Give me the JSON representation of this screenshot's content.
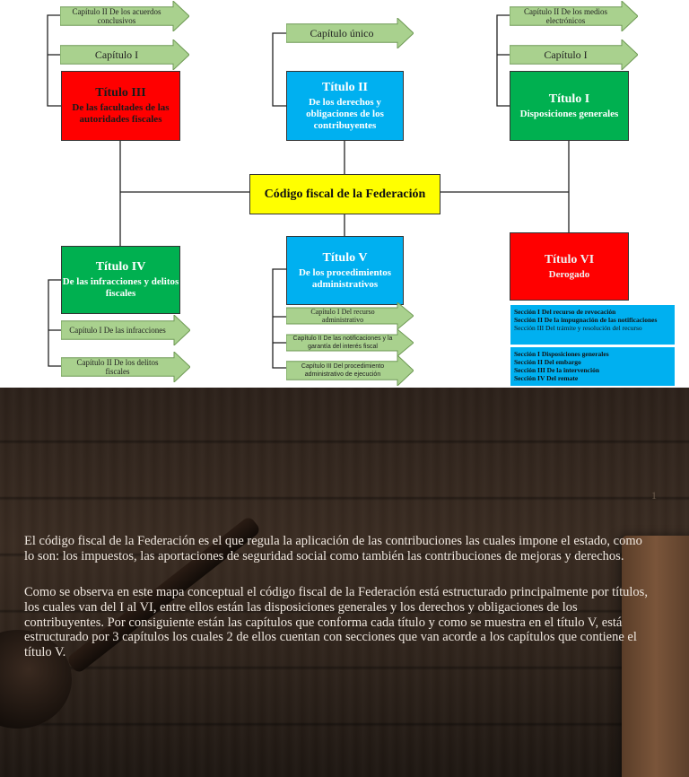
{
  "diagram": {
    "center": "Código fiscal de la Federación",
    "titles": {
      "t3": {
        "title": "Título III",
        "subtitle": "De las facultades de las autoridades fiscales"
      },
      "t2": {
        "title": "Título II",
        "subtitle": "De los derechos y obligaciones de los contribuyentes"
      },
      "t1": {
        "title": "Título I",
        "subtitle": "Disposiciones generales"
      },
      "t4": {
        "title": "Título IV",
        "subtitle": "De las infracciones y delitos fiscales"
      },
      "t5": {
        "title": "Título V",
        "subtitle": "De los procedimientos administrativos"
      },
      "t6": {
        "title": "Título VI",
        "subtitle": "Derogado"
      }
    },
    "chapters": {
      "t3_c2": "Capítulo II De los acuerdos conclusivos",
      "t3_c1": "Capítulo I",
      "t2_cu": "Capítulo único",
      "t1_c2": "Capítulo II De los medios electrónicos",
      "t1_c1": "Capítulo I",
      "t4_c1": "Capítulo I De las infracciones",
      "t4_c2": "Capítulo II De los delitos fiscales",
      "t5_c1": "Capítulo I Del recurso administrativo",
      "t5_c2": "Capítulo II De las notificaciones y la garantía del interés fiscal",
      "t5_c3": "Capítulo III Del procedimiento administrativo de ejecución"
    },
    "sections_c1": [
      "Sección I Del recurso de revocación",
      "Sección II De la impugnación de las notificaciones",
      "Sección III Del trámite y resolución del recurso"
    ],
    "sections_c3": [
      "Sección I Disposiciones generales",
      "Sección II Del embargo",
      "Sección III De la intervención",
      "Sección IV Del remate"
    ],
    "colors": {
      "red": "#ff0000",
      "blue": "#00b0f0",
      "green": "#00b050",
      "yellow": "#ffff00",
      "arrow": "#a9d18e"
    }
  },
  "slide": {
    "marker": "1",
    "paragraph1": "El código fiscal de la Federación es el que regula la aplicación de las contribuciones las cuales impone el estado,  como lo son: los impuestos, las aportaciones de seguridad social como también las contribuciones de mejoras y derechos.",
    "paragraph2": "Como se observa en este mapa conceptual el código fiscal de la Federación está estructurado principalmente por títulos, los cuales van del I al VI, entre ellos están las disposiciones generales y los derechos y obligaciones de los contribuyentes. Por consiguiente están las capítulos que conforma cada título y como se muestra en el título V, está estructurado por 3 capítulos los cuales 2 de ellos cuentan con secciones que van acorde a los capítulos que contiene el título V."
  }
}
